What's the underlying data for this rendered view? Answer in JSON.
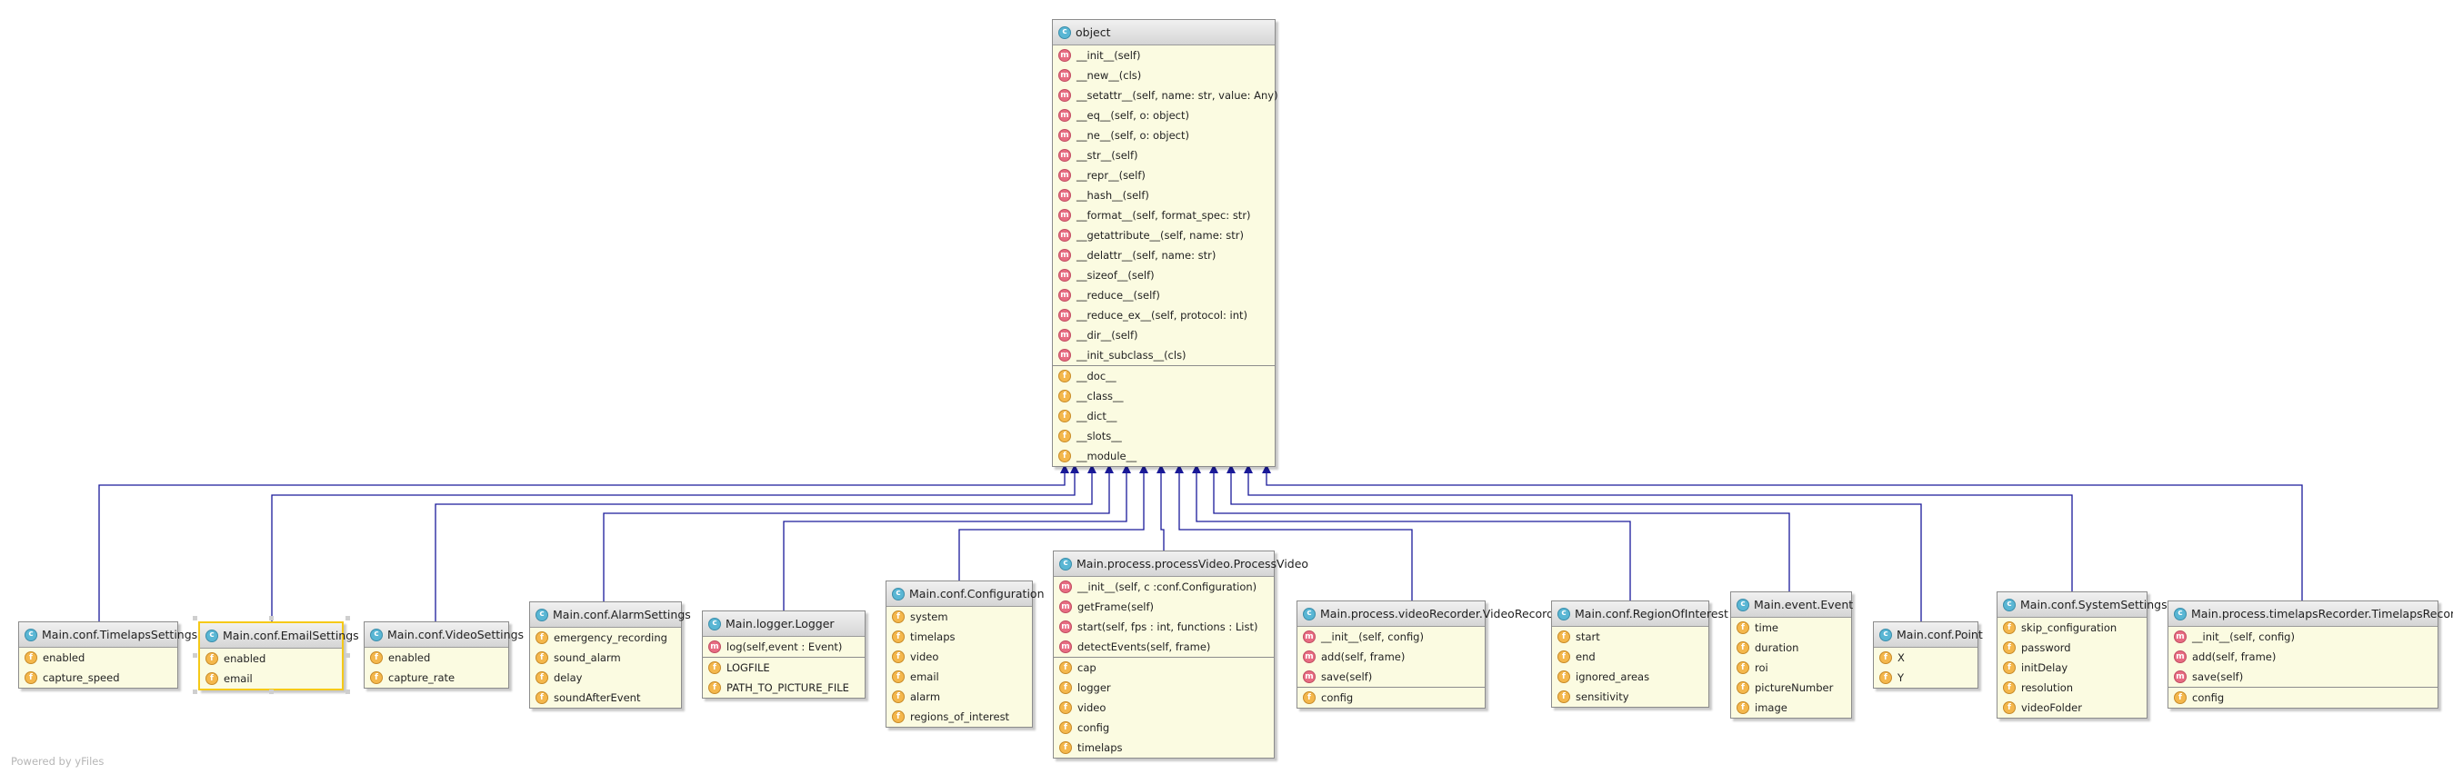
{
  "diagram": {
    "watermark": "Powered by yFiles",
    "root": {
      "title": "object",
      "methods": [
        "__init__(self)",
        "__new__(cls)",
        "__setattr__(self, name: str, value: Any)",
        "__eq__(self, o: object)",
        "__ne__(self, o: object)",
        "__str__(self)",
        "__repr__(self)",
        "__hash__(self)",
        "__format__(self, format_spec: str)",
        "__getattribute__(self, name: str)",
        "__delattr__(self, name: str)",
        "__sizeof__(self)",
        "__reduce__(self)",
        "__reduce_ex__(self, protocol: int)",
        "__dir__(self)",
        "__init_subclass__(cls)"
      ],
      "fields": [
        "__doc__",
        "__class__",
        "__dict__",
        "__slots__",
        "__module__"
      ]
    },
    "classes": [
      {
        "title": "Main.conf.TimelapsSettings",
        "methods": [],
        "fields": [
          "enabled",
          "capture_speed"
        ]
      },
      {
        "title": "Main.conf.EmailSettings",
        "methods": [],
        "fields": [
          "enabled",
          "email"
        ],
        "selected": true
      },
      {
        "title": "Main.conf.VideoSettings",
        "methods": [],
        "fields": [
          "enabled",
          "capture_rate"
        ]
      },
      {
        "title": "Main.conf.AlarmSettings",
        "methods": [],
        "fields": [
          "emergency_recording",
          "sound_alarm",
          "delay",
          "soundAfterEvent"
        ]
      },
      {
        "title": "Main.logger.Logger",
        "methods": [
          "log(self,event : Event)"
        ],
        "fields": [
          "LOGFILE",
          "PATH_TO_PICTURE_FILE"
        ]
      },
      {
        "title": "Main.conf.Configuration",
        "methods": [],
        "fields": [
          "system",
          "timelaps",
          "video",
          "email",
          "alarm",
          "regions_of_interest"
        ]
      },
      {
        "title": "Main.process.processVideo.ProcessVideo",
        "methods": [
          "__init__(self, c :conf.Configuration)",
          "getFrame(self)",
          "start(self, fps : int, functions : List)",
          "detectEvents(self, frame)"
        ],
        "fields": [
          "cap",
          "logger",
          "video",
          "config",
          "timelaps"
        ]
      },
      {
        "title": "Main.process.videoRecorder.VideoRecorder",
        "methods": [
          "__init__(self, config)",
          "add(self, frame)",
          "save(self)"
        ],
        "fields": [
          "config"
        ]
      },
      {
        "title": "Main.conf.RegionOfInterest",
        "methods": [],
        "fields": [
          "start",
          "end",
          "ignored_areas",
          "sensitivity"
        ]
      },
      {
        "title": "Main.event.Event",
        "methods": [],
        "fields": [
          "time",
          "duration",
          "roi",
          "pictureNumber",
          "image"
        ]
      },
      {
        "title": "Main.conf.Point",
        "methods": [],
        "fields": [
          "X",
          "Y"
        ]
      },
      {
        "title": "Main.conf.SystemSettings",
        "methods": [],
        "fields": [
          "skip_configuration",
          "password",
          "initDelay",
          "resolution",
          "videoFolder"
        ]
      },
      {
        "title": "Main.process.timelapsRecorder.TimelapsRecorder",
        "methods": [
          "__init__(self, config)",
          "add(self, frame)",
          "save(self)"
        ],
        "fields": [
          "config"
        ]
      }
    ]
  }
}
